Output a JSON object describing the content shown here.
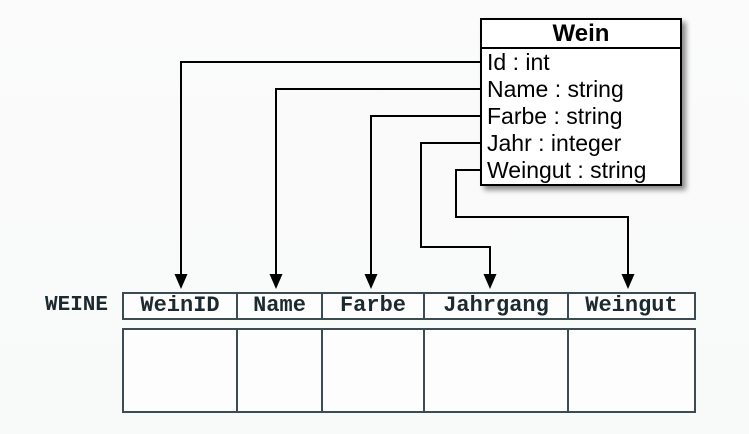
{
  "diagram": {
    "class_box": {
      "title": "Wein",
      "attributes": [
        "Id : int",
        "Name : string",
        "Farbe : string",
        "Jahr : integer",
        "Weingut : string"
      ]
    },
    "table": {
      "label": "WEINE",
      "columns": [
        "WeinID",
        "Name",
        "Farbe",
        "Jahrgang",
        "Weingut"
      ],
      "body_row_empty": true
    },
    "mappings": [
      {
        "from": "Id",
        "to": "WeinID"
      },
      {
        "from": "Name",
        "to": "Name"
      },
      {
        "from": "Farbe",
        "to": "Farbe"
      },
      {
        "from": "Jahr",
        "to": "Jahrgang"
      },
      {
        "from": "Weingut",
        "to": "Weingut"
      }
    ],
    "colors": {
      "background": "#f9f9fa",
      "box_border": "#000000",
      "box_fill": "#ffffff",
      "arrow": "#000000",
      "table_border": "#3d4c52",
      "table_text": "#1c2a30",
      "cell_fill": "#fdfdfd"
    }
  }
}
